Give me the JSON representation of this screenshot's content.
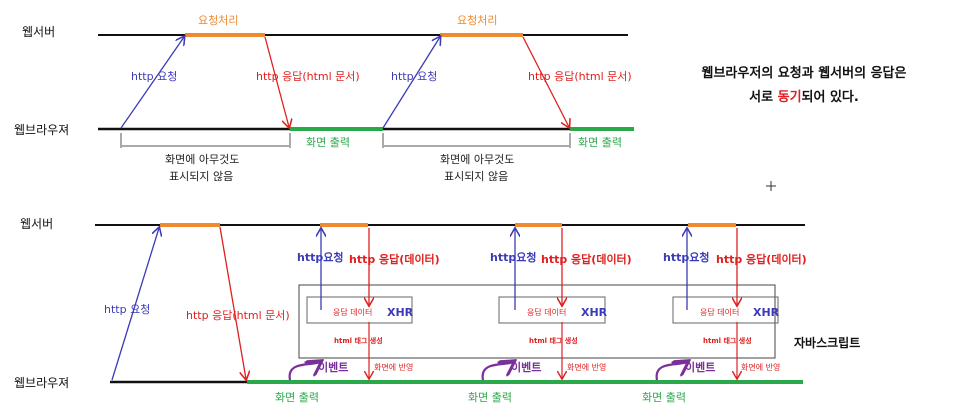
{
  "top": {
    "webserver_label": "웹서버",
    "browser_label": "웹브라우져",
    "processing_label": "요청처리",
    "http_request": "http 요청",
    "http_response": "http 응답(html 문서)",
    "screen_output": "화면 출력",
    "blank_line1": "화면에 아무것도",
    "blank_line2": "표시되지 않음"
  },
  "note": {
    "line1": "웹브라우저의 요청과 웹서버의 응답은",
    "line2_before": "서로 ",
    "line2_highlight": "동기",
    "line2_after": "되어 있다."
  },
  "bottom": {
    "webserver_label": "웹서버",
    "browser_label": "웹브라우져",
    "http_request": "http 요청",
    "http_response": "http 응답(html 문서)",
    "screen_output": "화면 출력",
    "ajax_request": "http요청",
    "ajax_response": "http 응답(데이터)",
    "response_data": "응답 데이터",
    "xhr": "XHR",
    "tag_generation": "html 태그 생성",
    "event": "이벤트",
    "screen_apply": "화면에 반영",
    "javascript_label": "자바스크립트"
  },
  "colors": {
    "request": "#3b3bb8",
    "response": "#e02020",
    "processing": "#f08a30",
    "output": "#2aa84a",
    "event": "#7a2f9a"
  }
}
